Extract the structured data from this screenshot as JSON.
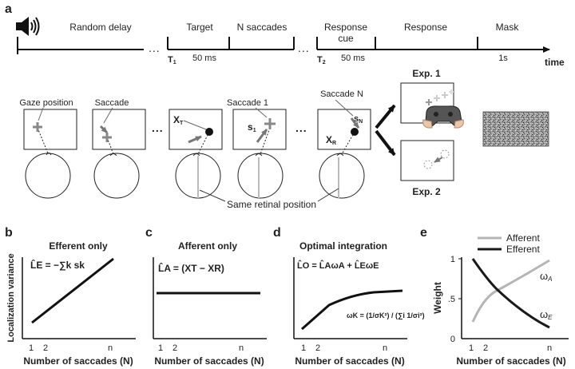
{
  "panel_a": {
    "letter": "a",
    "timeline": {
      "phases": {
        "random_delay": "Random delay",
        "target": "Target",
        "n_saccades": "N saccades",
        "response_cue_line1": "Response",
        "response_cue_line2": "cue",
        "response": "Response",
        "mask": "Mask"
      },
      "markers": {
        "t1": "T",
        "t1_sub": "1",
        "t2": "T",
        "t2_sub": "2"
      },
      "durations": {
        "target": "50 ms",
        "cue": "50 ms",
        "mask": "1s"
      },
      "axis_label": "time",
      "ellipsis": "..."
    },
    "scene_labels": {
      "gaze_position": "Gaze position",
      "saccade": "Saccade",
      "saccade_1": "Saccade 1",
      "saccade_n": "Saccade N",
      "same_retinal_position": "Same retinal position",
      "xt": "X",
      "xt_sub": "T",
      "s1": "s",
      "s1_sub": "1",
      "sn": "s",
      "sn_sub": "N",
      "xr": "X",
      "xr_sub": "R"
    },
    "experiments": {
      "exp1": "Exp. 1",
      "exp2": "Exp. 2"
    }
  },
  "panel_b": {
    "letter": "b",
    "title": "Efferent only",
    "equation": "L̂E = −∑k sk",
    "ylabel": "Localization variance",
    "xlabel": "Number of saccades (N)",
    "ticks": [
      "1",
      "2",
      "n"
    ]
  },
  "panel_c": {
    "letter": "c",
    "title": "Afferent only",
    "equation": "L̂A = (XT − XR)",
    "xlabel": "Number of saccades (N)",
    "ticks": [
      "1",
      "2",
      "n"
    ]
  },
  "panel_d": {
    "letter": "d",
    "title": "Optimal integration",
    "equation": "L̂O = L̂AωA + L̂EωE",
    "weight_eq": "ωK = (1/σK²) / (∑i 1/σi²)",
    "xlabel": "Number of saccades (N)",
    "ticks": [
      "1",
      "2",
      "n"
    ]
  },
  "panel_e": {
    "letter": "e",
    "legend": {
      "afferent": "Afferent",
      "efferent": "Efferent"
    },
    "ylabel": "Weight",
    "yticks": [
      "1",
      ".5",
      "0"
    ],
    "xlabel": "Number of saccades (N)",
    "ticks": [
      "1",
      "2",
      "n"
    ],
    "series_labels": {
      "omega_a": "ω",
      "omega_a_sub": "A",
      "omega_e": "ω",
      "omega_e_sub": "E"
    },
    "colors": {
      "afferent": "#b5b5b5",
      "efferent": "#1a1a1a"
    }
  }
}
